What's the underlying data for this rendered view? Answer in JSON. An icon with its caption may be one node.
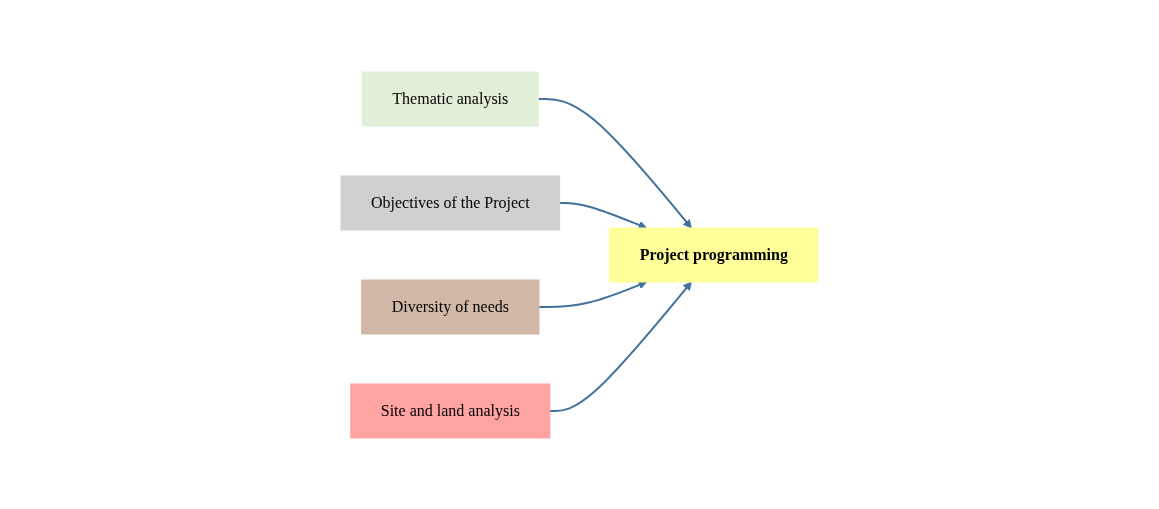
{
  "diagram": {
    "nodes": [
      {
        "text": [
          "Thematic analysis"
        ]
      },
      {
        "text": [
          "Project programming"
        ]
      },
      {
        "text": [
          "Objectives of the Project"
        ]
      },
      {
        "text": [
          "Site and land analysis"
        ]
      },
      {
        "text": [
          "Diversity of needs"
        ]
      }
    ],
    "edges": [
      {
        "from": 0,
        "to": 1,
        "arrow": "to"
      },
      {
        "from": 2,
        "to": 1,
        "arrow": "to"
      },
      {
        "from": 4,
        "to": 1,
        "arrow": "to"
      },
      {
        "from": 3,
        "to": 1,
        "arrow": "to"
      }
    ]
  }
}
